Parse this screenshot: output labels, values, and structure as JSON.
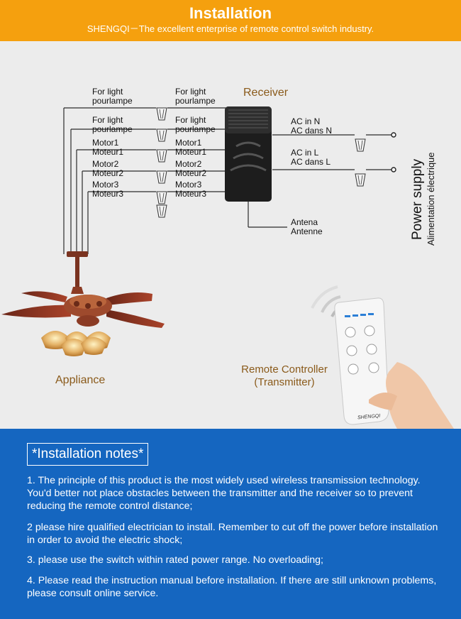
{
  "header": {
    "title": "Installation",
    "subtitle": "SHENGQI－The excellent enterprise of remote control switch  industry."
  },
  "diagram": {
    "wires_left": [
      {
        "en": "For light",
        "fr": "pourlampe"
      },
      {
        "en": "For light",
        "fr": "pourlampe"
      },
      {
        "en": "Motor1",
        "fr": "Moteur1"
      },
      {
        "en": "Motor2",
        "fr": "Moteur2"
      },
      {
        "en": "Motor3",
        "fr": "Moteur3"
      }
    ],
    "wires_right": [
      {
        "en": "For light",
        "fr": "pourlampe"
      },
      {
        "en": "For light",
        "fr": "pourlampe"
      },
      {
        "en": "Motor1",
        "fr": "Moteur1"
      },
      {
        "en": "Motor2",
        "fr": "Moteur2"
      },
      {
        "en": "Motor3",
        "fr": "Moteur3"
      }
    ],
    "receiver_label": "Receiver",
    "ac_n": {
      "en": "AC in N",
      "fr": "AC dans N"
    },
    "ac_l": {
      "en": "AC in L",
      "fr": "AC dans L"
    },
    "antenna": {
      "en": "Antena",
      "fr": "Antenne"
    },
    "power_supply": {
      "en": "Power supply",
      "fr": "Alimentation électrique"
    },
    "appliance_label": "Appliance",
    "remote_label": {
      "line1": "Remote Controller",
      "line2": "(Transmitter)"
    },
    "remote_brand": "SHENGQI",
    "colors": {
      "accent_orange": "#f5a00e",
      "notes_blue": "#1566c0",
      "label_brown": "#8a5a1a"
    }
  },
  "notes": {
    "title": "*Installation notes*",
    "items": [
      "1. The principle of this product is the most widely used wireless transmission technology. You'd better not  place obstacles between the transmitter and the receiver so to prevent reducing the remote control distance;",
      "2 please hire qualified electrician to install. Remember to cut off the power before installation in order to avoid the electric shock;",
      "3. please use the switch within rated power range. No overloading;",
      "4. Please read the instruction manual before installation.  If there are still unknown problems, please consult online service."
    ]
  }
}
